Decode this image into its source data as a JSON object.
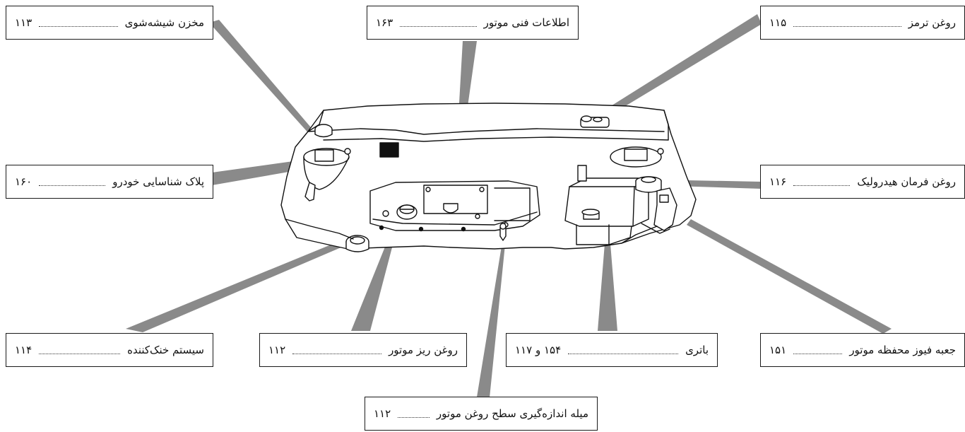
{
  "figure": {
    "labels": [
      {
        "id": "washer-reservoir",
        "name": "مخزن شیشه‌شوی",
        "page": "۱۱۳"
      },
      {
        "id": "engine-specs",
        "name": "اطلاعات فنی موتور",
        "page": "۱۶۳"
      },
      {
        "id": "brake-fluid",
        "name": "روغن ترمز",
        "page": "۱۱۵"
      },
      {
        "id": "vin-plate",
        "name": "پلاک شناسایی خودرو",
        "page": "۱۶۰"
      },
      {
        "id": "power-steering-fluid",
        "name": "روغن فرمان هیدرولیک",
        "page": "۱۱۶"
      },
      {
        "id": "cooling-system",
        "name": "سیستم خنک‌کننده",
        "page": "۱۱۴"
      },
      {
        "id": "engine-oil-fill",
        "name": "روغن ریز موتور",
        "page": "۱۱۲"
      },
      {
        "id": "battery",
        "name": "باتری",
        "page": "۱۵۴ و ۱۱۷"
      },
      {
        "id": "engine-fuse-box",
        "name": "جعبه فیوز محفظه موتور",
        "page": "۱۵۱"
      },
      {
        "id": "oil-dipstick",
        "name": "میله اندازه‌گیری سطح روغن موتور",
        "page": "۱۱۲"
      }
    ]
  }
}
